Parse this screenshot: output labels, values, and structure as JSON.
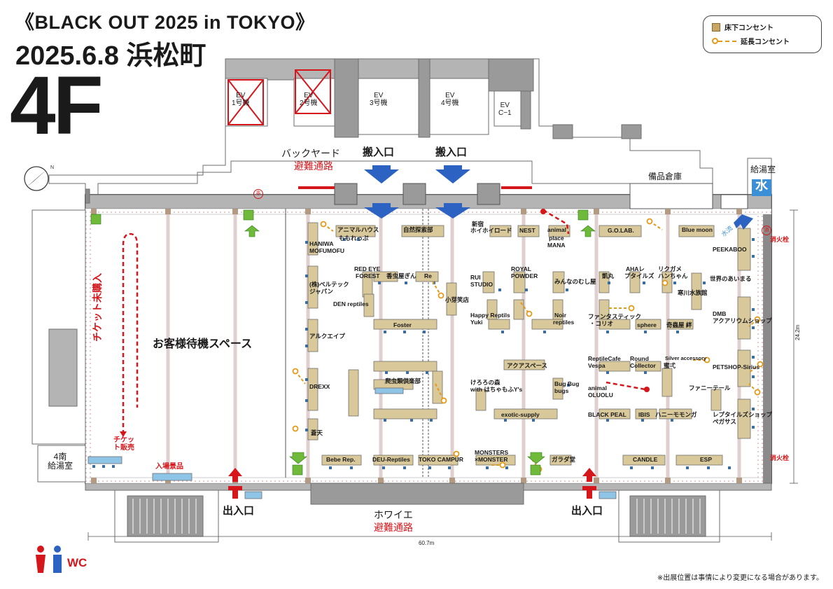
{
  "header": {
    "title": "《BLACK OUT 2025 in TOKYO》",
    "date_place": "2025.6.8 浜松町",
    "floor": "4F"
  },
  "legend": {
    "floor_outlet": "床下コンセント",
    "extension_outlet": "延長コンセント",
    "outlet_color": "#c9a566",
    "cord_color": "#e39a18"
  },
  "elevators": [
    {
      "label": "EV",
      "number": "1号機"
    },
    {
      "label": "EV",
      "number": "2号機"
    },
    {
      "label": "EV",
      "number": "3号機"
    },
    {
      "label": "EV",
      "number": "4号機"
    },
    {
      "label": "EV",
      "number": "C−1"
    }
  ],
  "areas": {
    "backyard": "バックヤード",
    "evac_route_top": "避難通路",
    "carry_in_1": "搬入口",
    "carry_in_2": "搬入口",
    "storage": "備品倉庫",
    "kitchen": "給湯室",
    "water": "水",
    "water_flow": "水流",
    "waiting_space": "お客様待機スペース",
    "ticket_unpurchased": "チケット未購入",
    "ticket_sales": "チケット販売",
    "entry_gifts": "入場景品",
    "kitchen_4s": "4南",
    "kitchen_4s_2": "給湯室",
    "exit_left": "出入口",
    "exit_right": "出入口",
    "foyer": "ホワイエ",
    "evac_route_bottom": "避難通路",
    "fire_hydrant_1": "消火栓",
    "fire_hydrant_2": "消火栓",
    "width_dim": "60.7m",
    "height_dim": "24.2m",
    "emergency": "非",
    "extinguisher": "消",
    "wc": "WC"
  },
  "booths": [
    "アニマルハウス",
    "ももれっぷ",
    "自然探索部",
    "新宿",
    "ホイホイロード",
    "NEST",
    "animal",
    "place",
    "MANA",
    "G.O.LAB.",
    "Blue moon",
    "PEEKABOO",
    "HANIWA",
    "MOFUMOFU",
    "RED EYE",
    "FOREST",
    "香虫屋ぎん",
    "Re",
    "RUI",
    "STUDIO",
    "ROYAL",
    "POWDER",
    "みんなのむし屋",
    "凱丸",
    "AHAレ",
    "プタイルズ",
    "リクガメ",
    "ハンちゃん",
    "世界のあいまる",
    "(株)ベルテック",
    "ジャパン",
    "DEN reptiles",
    "小芽笑店",
    "Happy Reptils",
    "Yuki",
    "Noir",
    "reptiles",
    "寒川水族館",
    "ファンタスティック",
    "・コリオ",
    "sphere",
    "奇蟲屋 絆",
    "DMB",
    "アクアリウムショップ",
    "アルクエイプ",
    "Foster",
    "ReptileCafe",
    "Vespa",
    "Round",
    "Collector",
    "Silver accessory",
    "蜜弌",
    "PETSHOP-Sirius",
    "アクアスペース",
    "DREXX",
    "爬虫類倶楽部",
    "けろろの森",
    "with はちゃもふY's",
    "Bug Bug",
    "bugs",
    "animal",
    "OLUOLU",
    "ファニーテール",
    "exotic-supply",
    "BLACK PEAL",
    "IBIS",
    "ハニーモモンガ",
    "レプタイルズショップ",
    "ペガサス",
    "蒼天",
    "Bebe Rep.",
    "DEU-Reptiles",
    "TOKO CAMPUR",
    "MONSTERS",
    "×MONSTER",
    "ガラダ堂",
    "CANDLE",
    "ESP"
  ],
  "footer": {
    "note": "※出展位置は事情により変更になる場合があります。"
  },
  "colors": {
    "wall": "#8a8a8a",
    "gray": "#b4b4b4",
    "red": "#d5171b",
    "blue": "#2c63c3",
    "green": "#6fba3a",
    "table": "#d8c89a"
  }
}
